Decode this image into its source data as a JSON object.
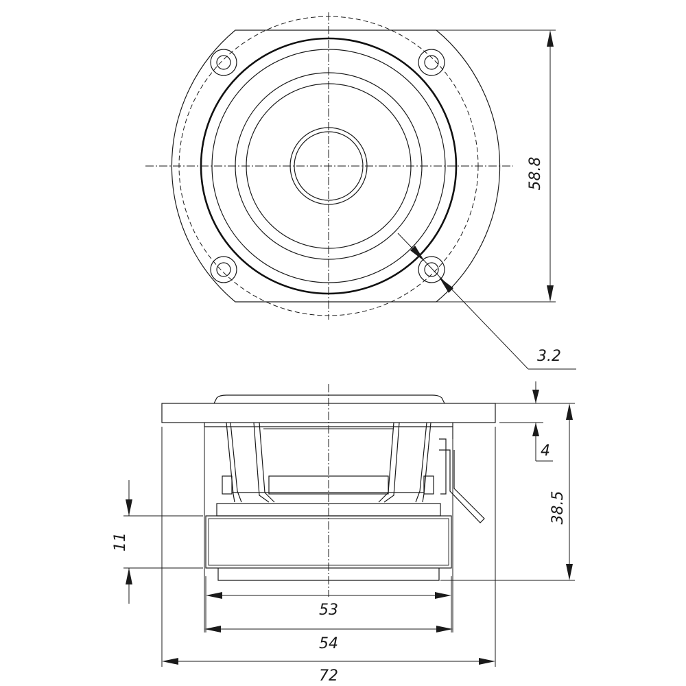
{
  "diagram": {
    "dimensions": {
      "flange_height": "58.8",
      "mount_hole": "3.2",
      "flange_thickness": "4",
      "total_depth": "38.5",
      "magnet_height": "11",
      "magnet_diameter": "53",
      "frame_width": "54",
      "overall_width": "72"
    }
  }
}
